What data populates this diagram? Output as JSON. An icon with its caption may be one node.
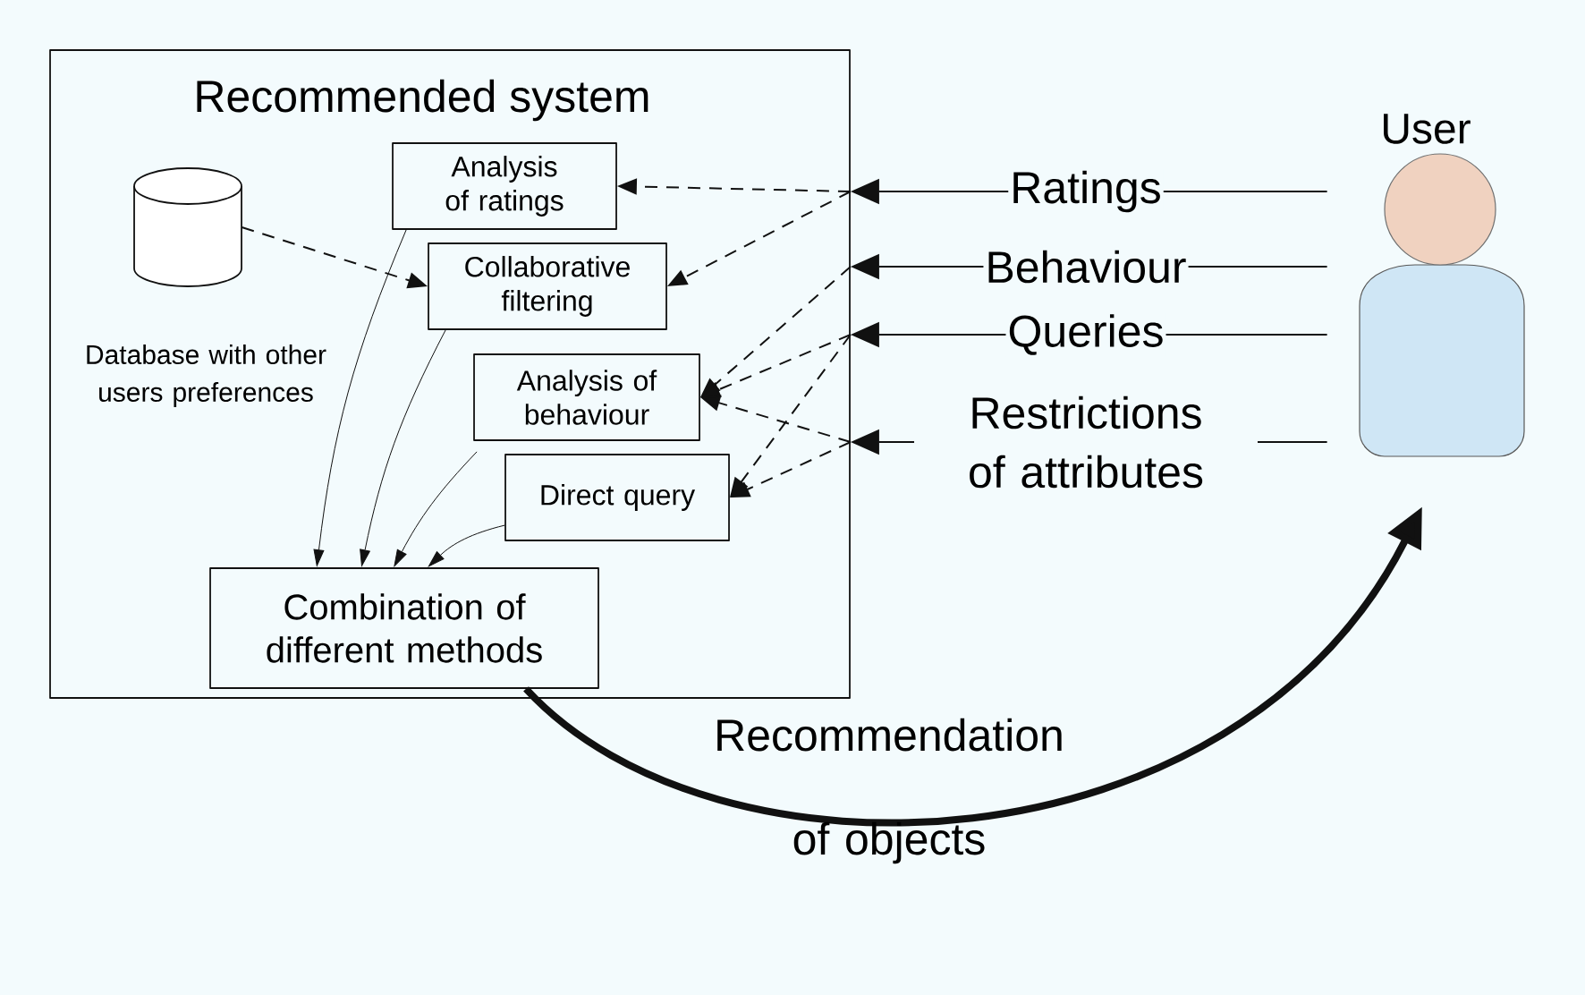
{
  "diagram": {
    "nodes": [
      {
        "text": [
          "Recommended system"
        ]
      },
      {
        "text": [
          "Database with other users preferences"
        ],
        "in": 0
      },
      {
        "text": [
          "Analysis of ratings"
        ],
        "in": 0
      },
      {
        "text": [
          "Collaborative filtering"
        ],
        "in": 0
      },
      {
        "text": [
          "Analysis of behaviour"
        ],
        "in": 0
      },
      {
        "text": [
          "Direct query"
        ],
        "in": 0
      },
      {
        "text": [
          "Combination of different methods"
        ],
        "in": 0
      },
      {
        "text": [
          "User"
        ]
      }
    ],
    "edges": [
      {
        "from": 7,
        "to": 0,
        "arrow": "to",
        "label": "Ratings"
      },
      {
        "from": 7,
        "to": 0,
        "arrow": "to",
        "label": "Behaviour"
      },
      {
        "from": 7,
        "to": 0,
        "arrow": "to",
        "label": "Queries"
      },
      {
        "from": 7,
        "to": 0,
        "arrow": "to",
        "label": "Restrictions of attributes"
      },
      {
        "from": 0,
        "to": 2,
        "arrow": "to",
        "style": "dashed"
      },
      {
        "from": 0,
        "to": 3,
        "arrow": "to",
        "style": "dashed"
      },
      {
        "from": 0,
        "to": 4,
        "arrow": "to",
        "style": "dashed"
      },
      {
        "from": 0,
        "to": 4,
        "arrow": "to",
        "style": "dashed"
      },
      {
        "from": 0,
        "to": 5,
        "arrow": "to",
        "style": "dashed"
      },
      {
        "from": 0,
        "to": 4,
        "arrow": "to",
        "style": "dashed"
      },
      {
        "from": 0,
        "to": 5,
        "arrow": "to",
        "style": "dashed"
      },
      {
        "from": 1,
        "to": 3,
        "arrow": "to",
        "style": "dashed"
      },
      {
        "from": 2,
        "to": 6,
        "arrow": "to"
      },
      {
        "from": 3,
        "to": 6,
        "arrow": "to"
      },
      {
        "from": 4,
        "to": 6,
        "arrow": "to"
      },
      {
        "from": 5,
        "to": 6,
        "arrow": "to"
      },
      {
        "from": 6,
        "to": 7,
        "arrow": "to",
        "style": "thick",
        "label": "Recommendation of objects"
      }
    ]
  }
}
